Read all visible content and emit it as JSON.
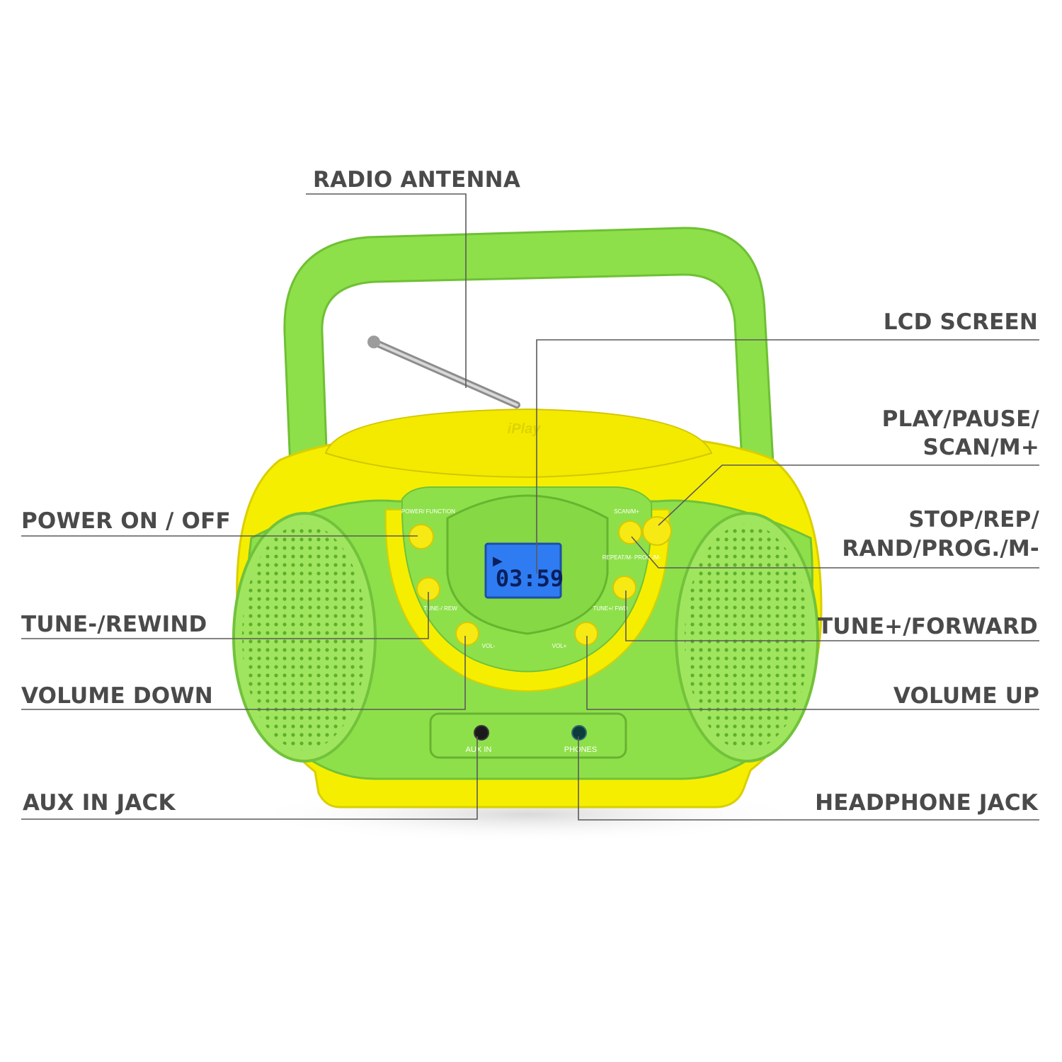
{
  "callouts": {
    "radio_antenna": "RADIO ANTENNA",
    "lcd_screen": "LCD SCREEN",
    "play_pause_line1": "PLAY/PAUSE/",
    "play_pause_line2": "SCAN/M+",
    "power": "POWER ON / OFF",
    "stop_line1": "STOP/REP/",
    "stop_line2": "RAND/PROG./M-",
    "tune_minus": "TUNE-/REWIND",
    "tune_plus": "TUNE+/FORWARD",
    "volume_down": "VOLUME DOWN",
    "volume_up": "VOLUME UP",
    "aux_in": "AUX IN JACK",
    "headphone": "HEADPHONE JACK"
  },
  "device": {
    "brand": "iPlay",
    "lcd_time": "03:59",
    "lcd_indicator": "▶",
    "panel_labels": {
      "power": "POWER/ FUNCTION",
      "scan": "SCAN/M+",
      "repeat": "REPEAT/M- PROG./M-",
      "tune_rew": "TUNE-/ REW",
      "tune_fwd": "TUNE+/ FWD",
      "vol_down": "VOL-",
      "vol_up": "VOL+",
      "aux": "AUX IN",
      "phones": "PHONES"
    }
  },
  "colors": {
    "green": "#8ee04a",
    "yellow": "#f6ee00",
    "lcd": "#2f7cf2",
    "label": "#4a4a4a",
    "leader": "#5a5a5a"
  }
}
